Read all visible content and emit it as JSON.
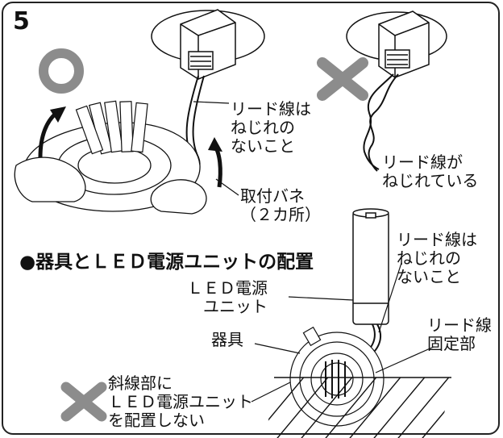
{
  "step_number": "5",
  "labels": {
    "lead_ok": "リード線は\nねじれの\nないこと",
    "lead_ng": "リード線が\nねじれている",
    "spring": "取付バネ\n（２カ所）",
    "section_title": "●器具とＬＥＤ電源ユニットの配置",
    "lead_ok_2": "リード線は\nねじれの\nないこと",
    "led_unit": "ＬＥＤ電源\nユニット",
    "fixture": "器具",
    "lead_fixing": "リード線\n固定部",
    "hatched_warning": "斜線部に\nＬＥＤ電源ユニット\nを配置しない"
  },
  "symbols": {
    "ok": "circle-ok-mark",
    "ng": "cross-ng-mark"
  },
  "colors": {
    "mark_gray": "#8c8c8c",
    "line": "#111111",
    "panel_border": "#222222"
  }
}
